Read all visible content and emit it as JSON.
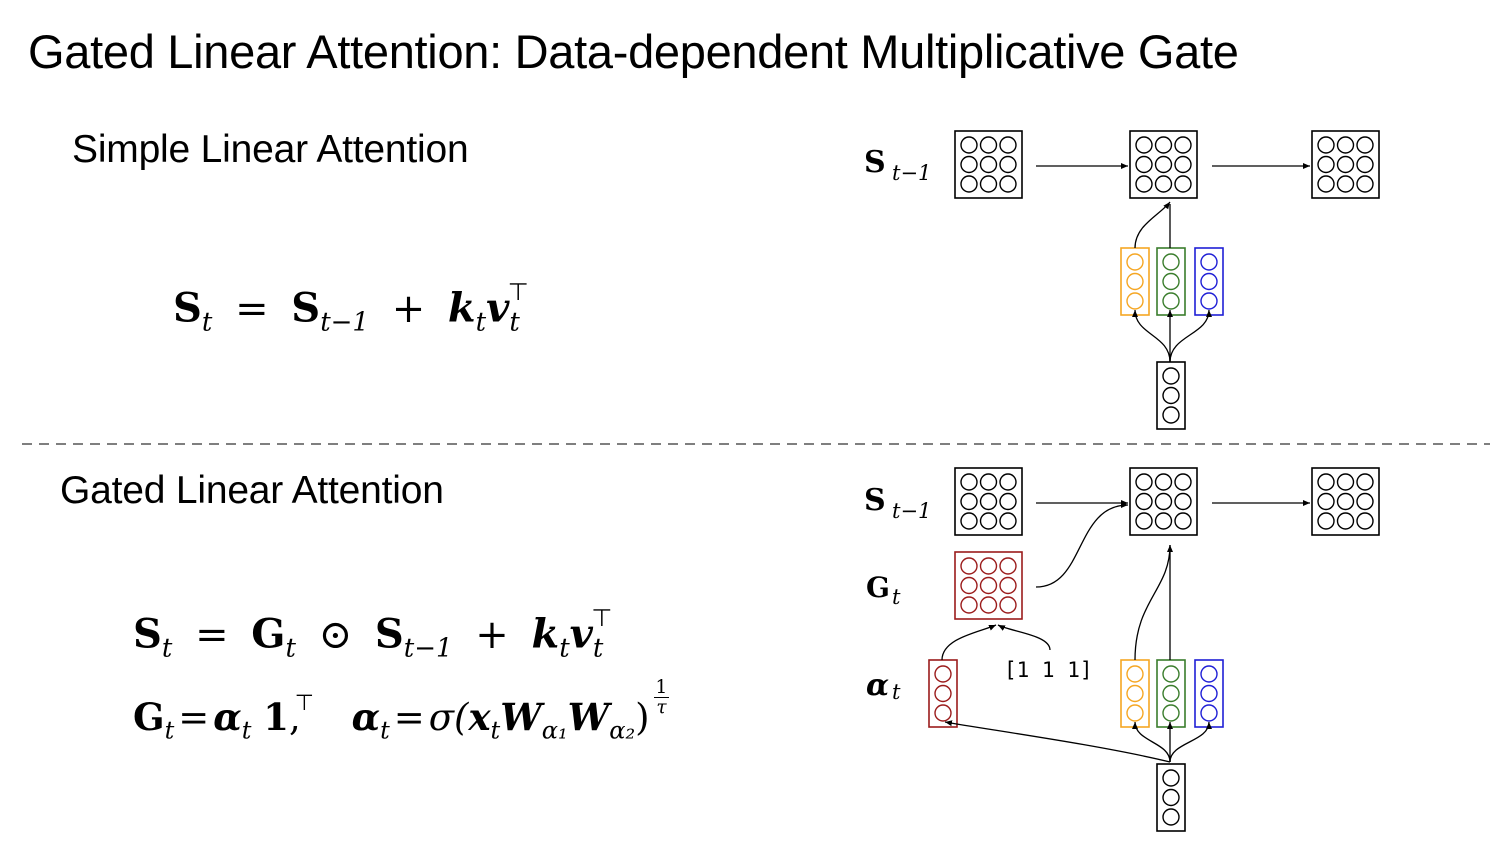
{
  "title": "Gated Linear Attention: Data-dependent Multiplicative Gate",
  "simple": {
    "heading": "Simple Linear Attention",
    "equation": {
      "lhs": "S",
      "lhs_sub": "t",
      "eq": "=",
      "prev": "S",
      "prev_sub": "t−1",
      "plus": "+",
      "k": "k",
      "k_sub": "t",
      "v": "v",
      "v_sub": "t",
      "v_sup": "⊤"
    },
    "diagram": {
      "state_label": "S",
      "state_sub": "t−1"
    }
  },
  "gated": {
    "heading": "Gated Linear Attention",
    "equation1": {
      "lhs": "S",
      "lhs_sub": "t",
      "eq": "=",
      "G": "G",
      "G_sub": "t",
      "odot": "⊙",
      "prev": "S",
      "prev_sub": "t−1",
      "plus": "+",
      "k": "k",
      "k_sub": "t",
      "v": "v",
      "v_sub": "t",
      "v_sup": "⊤"
    },
    "equation2": {
      "G": "G",
      "G_sub": "t",
      "eq": "=",
      "alpha": "α",
      "alpha_sub": "t",
      "one": "1",
      "one_sup": "⊤",
      "comma": ",",
      "alpha2": "α",
      "alpha2_sub": "t",
      "eq2": "=",
      "sigma_open": "σ(",
      "x": "x",
      "x_sub": "t",
      "W1": "W",
      "W1_sub": "α₁",
      "W2": "W",
      "W2_sub": "α₂",
      "close": ")",
      "exp_num": "1",
      "exp_den": "τ"
    },
    "diagram": {
      "state_label": "S",
      "state_sub": "t−1",
      "gate_label": "G",
      "gate_sub": "t",
      "alpha_label": "α",
      "alpha_sub": "t",
      "ones_vector": "[1 1 1]"
    }
  },
  "colors": {
    "key": "#f5a623",
    "value": "#3a7d2c",
    "query": "#1f1fd6",
    "gate": "#9b1c1c",
    "divider": "#555555"
  }
}
